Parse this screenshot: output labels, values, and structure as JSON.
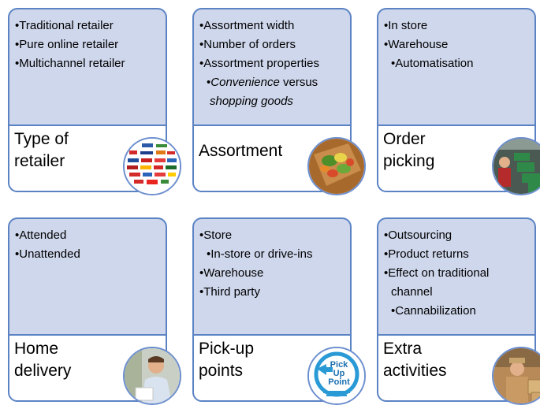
{
  "cards": [
    {
      "label_lines": [
        "Type of",
        "retailer"
      ],
      "items": [
        {
          "text": "•Traditional retailer"
        },
        {
          "text": "•Pure online retailer"
        },
        {
          "text": "•Multichannel retailer"
        }
      ],
      "icon": "retailer-logos-icon"
    },
    {
      "label_lines": [
        "Assortment"
      ],
      "items": [
        {
          "text": "•Assortment width"
        },
        {
          "text": "•Number of orders"
        },
        {
          "text": "•Assortment properties"
        },
        {
          "prefix": "•",
          "emph": "Convenience",
          "rest": " versus"
        },
        {
          "emph2": "shopping goods"
        }
      ],
      "icon": "vegetable-box-icon"
    },
    {
      "label_lines": [
        "Order",
        "picking"
      ],
      "items": [
        {
          "text": "•In store"
        },
        {
          "text": "•Warehouse"
        },
        {
          "text": "•Automatisation"
        }
      ],
      "icon": "warehouse-crates-icon"
    },
    {
      "label_lines": [
        "Home",
        "delivery"
      ],
      "items": [
        {
          "text": "•Attended"
        },
        {
          "text": "•Unattended"
        }
      ],
      "icon": "delivery-person-icon"
    },
    {
      "label_lines": [
        "Pick-up",
        "points"
      ],
      "items": [
        {
          "text": "•Store"
        },
        {
          "text": "•In-store or drive-ins"
        },
        {
          "text": "•Warehouse"
        },
        {
          "text": "•Third party"
        }
      ],
      "icon": "pick-up-point-logo-icon",
      "logo_text": [
        "Pick",
        "Up",
        "Point"
      ]
    },
    {
      "label_lines": [
        "Extra",
        "activities"
      ],
      "items": [
        {
          "text": "•Outsourcing"
        },
        {
          "text": "•Product returns"
        },
        {
          "text": "•Effect on traditional"
        },
        {
          "text": "channel"
        },
        {
          "text": "•Cannabilization"
        }
      ],
      "icon": "worker-with-boxes-icon"
    }
  ],
  "colors": {
    "box_fill": "#cfd7ec",
    "border": "#5b83c4"
  }
}
